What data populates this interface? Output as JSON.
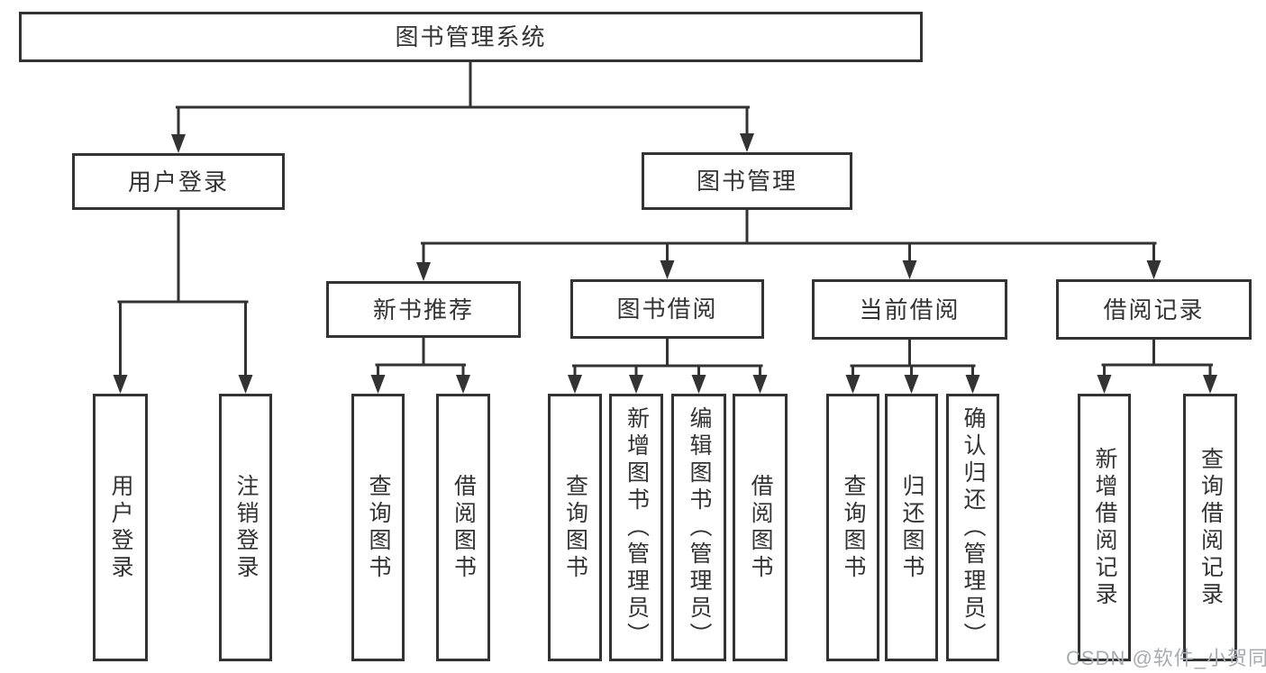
{
  "tree": {
    "label": "图书管理系统",
    "children": [
      {
        "label": "用户登录",
        "children": [
          {
            "label": "用户登录"
          },
          {
            "label": "注销登录"
          }
        ]
      },
      {
        "label": "图书管理",
        "children": [
          {
            "label": "新书推荐",
            "children": [
              {
                "label": "查询图书"
              },
              {
                "label": "借阅图书"
              }
            ]
          },
          {
            "label": "图书借阅",
            "children": [
              {
                "label": "查询图书"
              },
              {
                "label": "新增图书（管理员）"
              },
              {
                "label": "编辑图书（管理员）"
              },
              {
                "label": "借阅图书"
              }
            ]
          },
          {
            "label": "当前借阅",
            "children": [
              {
                "label": "查询图书"
              },
              {
                "label": "归还图书"
              },
              {
                "label": "确认归还（管理员）"
              }
            ]
          },
          {
            "label": "借阅记录",
            "children": [
              {
                "label": "新增借阅记录"
              },
              {
                "label": "查询借阅记录"
              }
            ]
          }
        ]
      }
    ]
  },
  "watermark": "CSDN @软件_小贺同学",
  "colors": {
    "line": "#333333",
    "text": "#333333",
    "background": "#ffffff",
    "watermark": "#a9abb3"
  }
}
